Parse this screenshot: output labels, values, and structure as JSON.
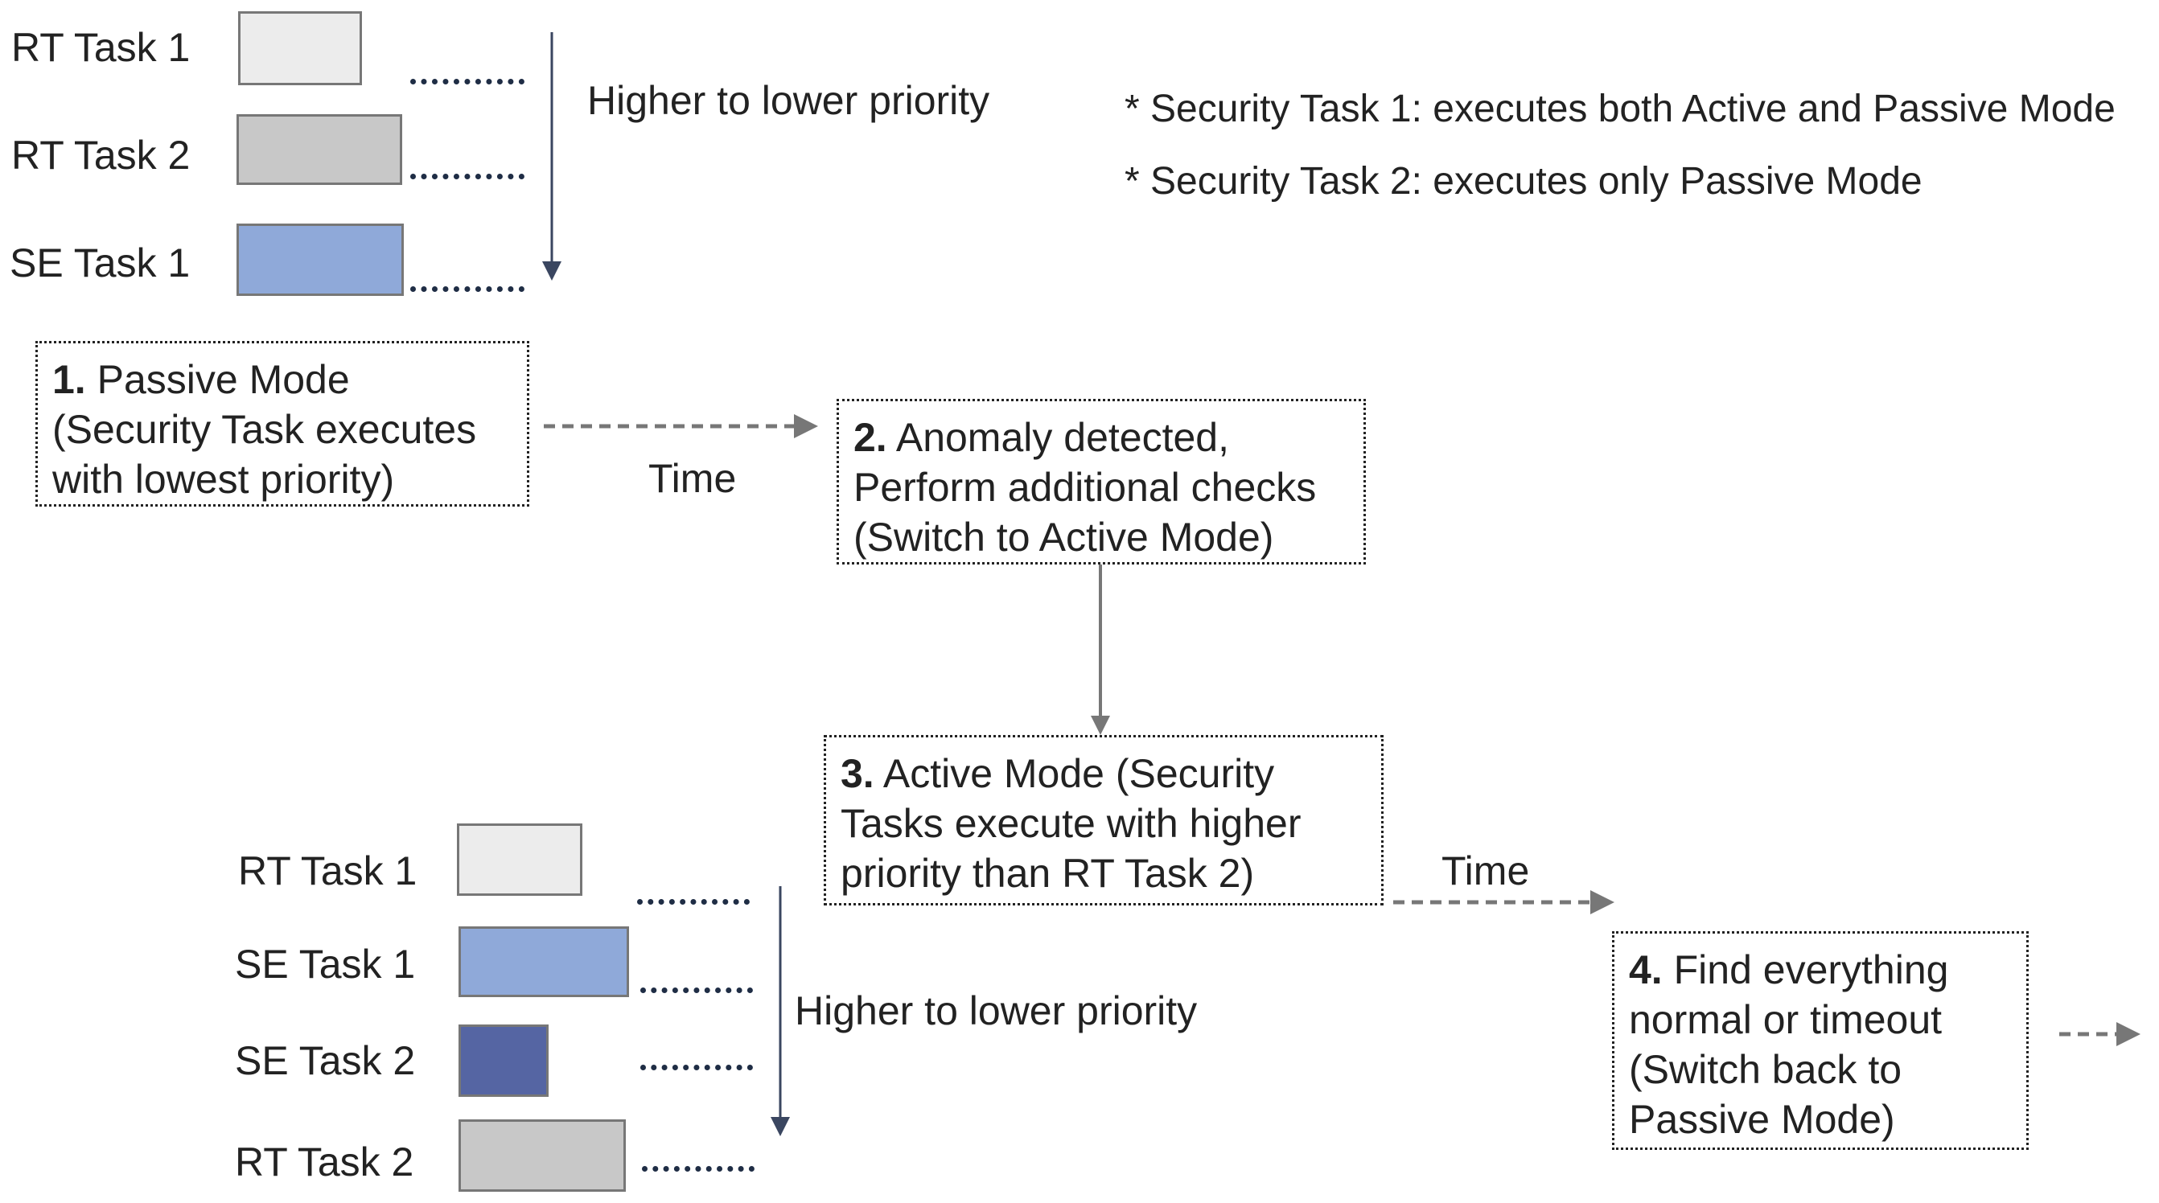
{
  "colors": {
    "rt_task_1": "#ececec",
    "rt_task_2": "#c8c8c8",
    "se_task_1": "#8fa9d9",
    "se_task_2": "#5565a3",
    "priority_arrow": "#3a4660",
    "flow_arrow": "#777777"
  },
  "passive_stack": {
    "tasks": [
      {
        "label": "RT Task 1"
      },
      {
        "label": "RT Task 2"
      },
      {
        "label": "SE Task 1"
      }
    ],
    "priority_label": "Higher to lower priority"
  },
  "notes": [
    "* Security Task 1: executes both Active and Passive Mode",
    "* Security Task 2: executes only Passive Mode"
  ],
  "steps": [
    {
      "num": "1.",
      "lines": [
        "Passive Mode",
        "(Security Task executes",
        "with lowest priority)"
      ]
    },
    {
      "num": "2.",
      "lines": [
        "Anomaly detected,",
        "Perform additional checks",
        "(Switch to Active Mode)"
      ]
    },
    {
      "num": "3.",
      "lines": [
        "Active Mode (Security",
        "Tasks execute with higher",
        "priority than RT Task 2)"
      ]
    },
    {
      "num": "4.",
      "lines": [
        "Find everything",
        "normal or timeout",
        "(Switch back to",
        "Passive Mode)"
      ]
    }
  ],
  "time_label_1": "Time",
  "time_label_2": "Time",
  "active_stack": {
    "tasks": [
      {
        "label": "RT Task 1"
      },
      {
        "label": "SE Task 1"
      },
      {
        "label": "SE Task 2"
      },
      {
        "label": "RT Task 2"
      }
    ],
    "priority_label": "Higher to lower priority"
  }
}
